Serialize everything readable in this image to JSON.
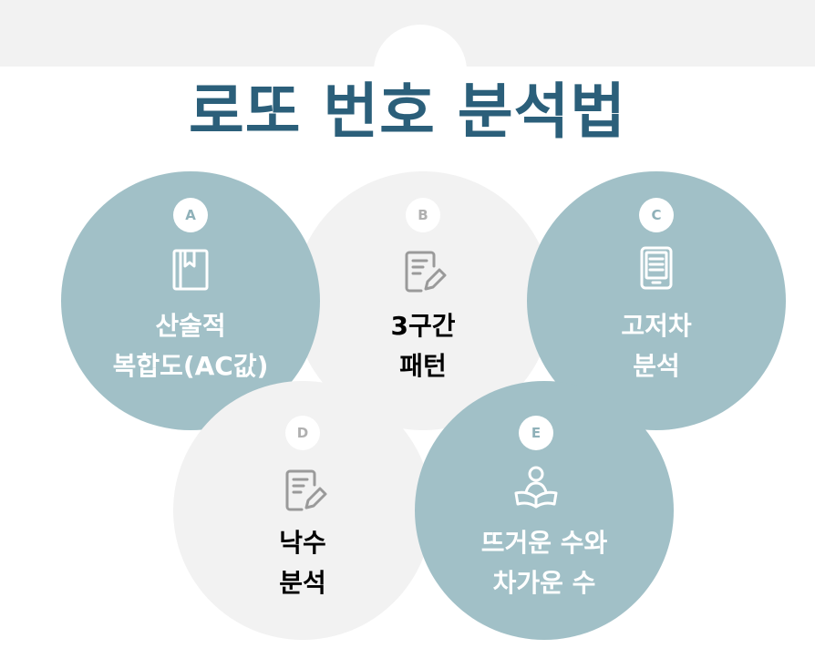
{
  "title": "로또 번호 분석법",
  "items": [
    {
      "badge": "A",
      "line1": "산술적",
      "line2": "복합도(AC값)",
      "icon": "book-icon"
    },
    {
      "badge": "B",
      "line1": "3구간",
      "line2": "패턴",
      "icon": "edit-document-icon"
    },
    {
      "badge": "C",
      "line1": "고저차",
      "line2": "분석",
      "icon": "ereader-icon"
    },
    {
      "badge": "D",
      "line1": "낙수",
      "line2": "분석",
      "icon": "edit-document-icon"
    },
    {
      "badge": "E",
      "line1": "뜨거운 수와",
      "line2": "차가운 수",
      "icon": "reader-person-icon"
    }
  ],
  "colors": {
    "teal": "#a1c0c7",
    "gray": "#f2f2f2",
    "title": "#2b5f7a",
    "icon_white": "#ffffff",
    "icon_gray": "#9a9a9a"
  }
}
